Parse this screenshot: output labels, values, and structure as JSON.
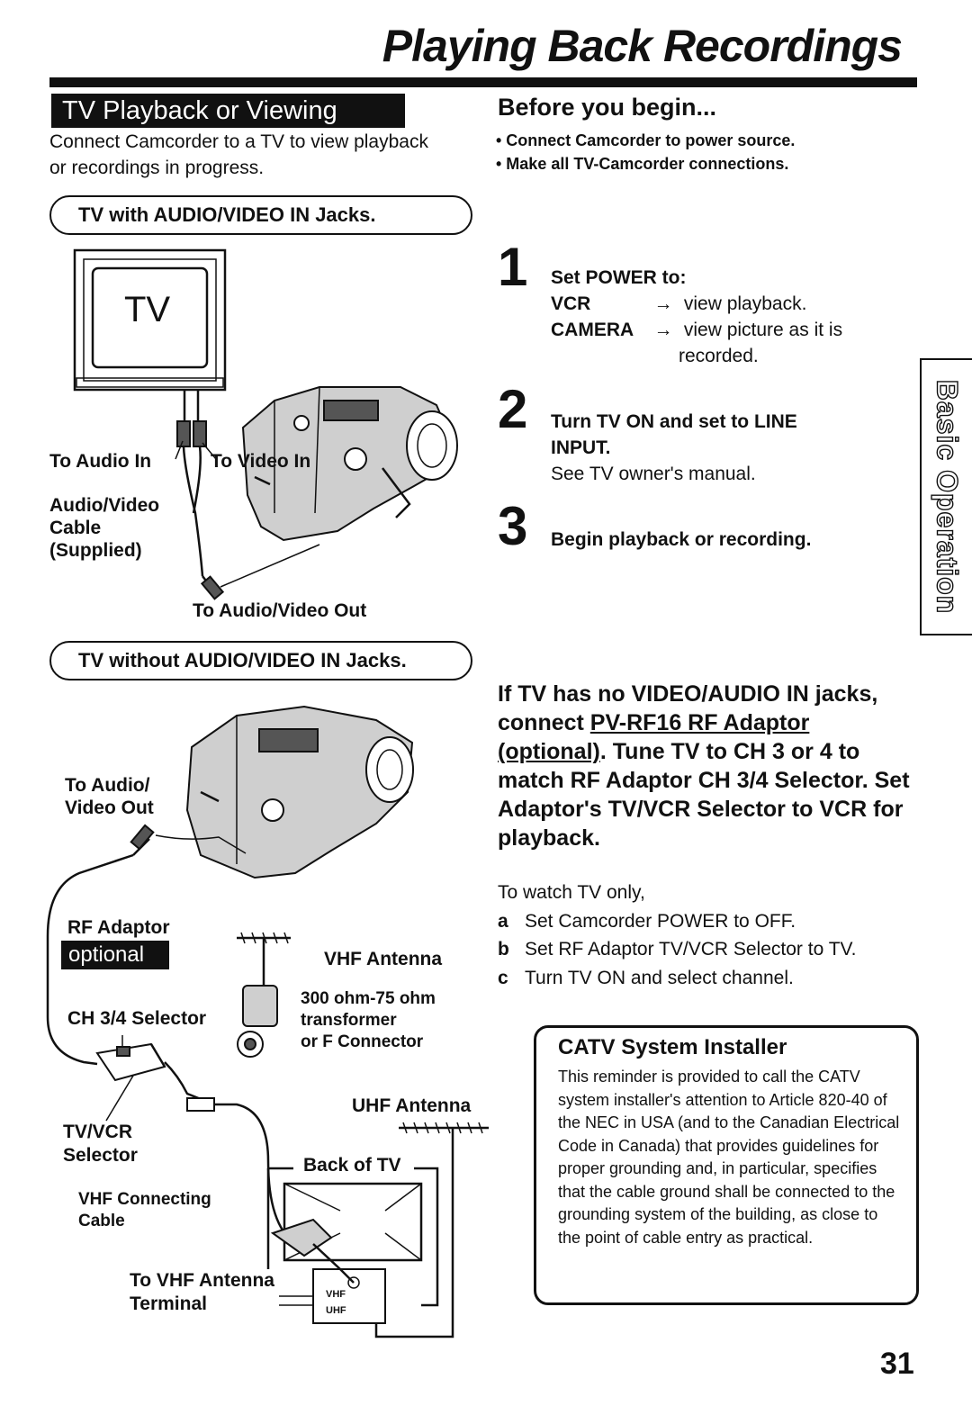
{
  "header": {
    "title": "Playing Back Recordings"
  },
  "section": {
    "badge": "TV Playback or Viewing",
    "intro": "Connect Camcorder to a TV to view playback or recordings in progress."
  },
  "before": {
    "heading": "Before you begin...",
    "items": [
      "• Connect Camcorder to power source.",
      "• Make all TV-Camcorder connections."
    ]
  },
  "with_jacks": {
    "pill": "TV with AUDIO/VIDEO IN Jacks.",
    "tv_label": "TV",
    "to_audio_in": "To Audio In",
    "to_video_in": "To Video In",
    "cable_line1": "Audio/Video",
    "cable_line2": "Cable",
    "cable_line3": "(Supplied)",
    "to_av_out": "To Audio/Video Out"
  },
  "steps": [
    {
      "num": "1",
      "title": "Set POWER to:",
      "vcr_key": "VCR",
      "vcr_val": "view playback.",
      "cam_key": "CAMERA",
      "cam_val": "view picture as it is",
      "cam_val2": "recorded."
    },
    {
      "num": "2",
      "title1": "Turn TV ON and set to LINE",
      "title2": "INPUT.",
      "note": "See TV owner's manual."
    },
    {
      "num": "3",
      "title": "Begin playback or recording."
    }
  ],
  "arrow_glyph": "→",
  "without_jacks": {
    "pill": "TV without AUDIO/VIDEO IN Jacks.",
    "to_av_out_1": "To Audio/",
    "to_av_out_2": "Video Out",
    "rf_adaptor": "RF Adaptor",
    "optional_badge": "optional",
    "vhf_antenna": "VHF Antenna",
    "transformer_1": "300 ohm-75 ohm",
    "transformer_2": "transformer",
    "transformer_3": "or F Connector",
    "ch_selector": "CH 3/4 Selector",
    "uhf_antenna": "UHF Antenna",
    "tvvcr_1": "TV/VCR",
    "tvvcr_2": "Selector",
    "back_of_tv": "Back of TV",
    "vhf_cable_1": "VHF Connecting",
    "vhf_cable_2": "Cable",
    "vhf_terminal_1": "To VHF Antenna",
    "vhf_terminal_2": "Terminal",
    "vhf_port": "VHF",
    "uhf_port": "UHF"
  },
  "rf_instructions": {
    "pre": "If TV has no VIDEO/AUDIO IN jacks, connect ",
    "link": "PV-RF16 RF Adaptor (optional)",
    "post": ". Tune TV to CH 3 or 4 to match RF Adaptor CH 3/4 Selector. Set Adaptor's TV/VCR Selector to VCR for playback."
  },
  "watch_tv": {
    "intro": "To watch TV only,",
    "items": [
      {
        "letter": "a",
        "text": "Set Camcorder POWER to OFF."
      },
      {
        "letter": "b",
        "text": "Set RF Adaptor TV/VCR Selector to TV."
      },
      {
        "letter": "c",
        "text": "Turn TV ON and select channel."
      }
    ]
  },
  "catv": {
    "title": "CATV System Installer",
    "text": "This reminder is provided to call the CATV system installer's attention to Article 820-40 of the NEC in USA (and to the Canadian Electrical Code in Canada) that provides guidelines for proper grounding and, in particular, specifies that the cable ground shall be connected to the grounding system of the building, as close to the point of cable entry as practical."
  },
  "side_tab": "Basic Operation",
  "page_number": "31"
}
